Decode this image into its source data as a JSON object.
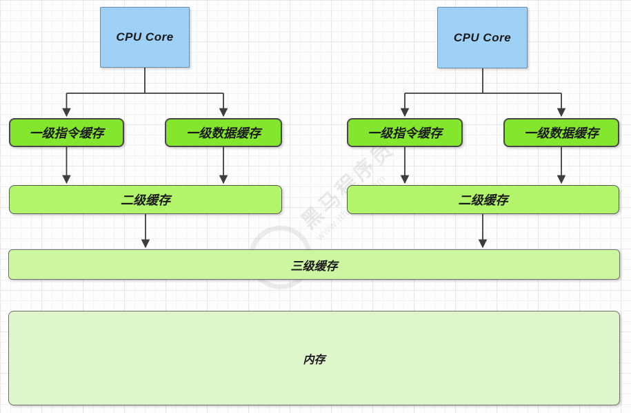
{
  "diagram": {
    "title_implied": "CPU cache hierarchy",
    "nodes": {
      "cpu1": {
        "label": "CPU Core"
      },
      "cpu2": {
        "label": "CPU Core"
      },
      "l1i1": {
        "label": "一级指令缓存"
      },
      "l1d1": {
        "label": "一级数据缓存"
      },
      "l1i2": {
        "label": "一级指令缓存"
      },
      "l1d2": {
        "label": "一级数据缓存"
      },
      "l21": {
        "label": "二级缓存"
      },
      "l22": {
        "label": "二级缓存"
      },
      "l3": {
        "label": "三级缓存"
      },
      "mem": {
        "label": "内存"
      }
    },
    "edges": [
      {
        "from": "cpu1",
        "to": "l1i1"
      },
      {
        "from": "cpu1",
        "to": "l1d1"
      },
      {
        "from": "cpu2",
        "to": "l1i2"
      },
      {
        "from": "cpu2",
        "to": "l1d2"
      },
      {
        "from": "l1i1",
        "to": "l21"
      },
      {
        "from": "l1d1",
        "to": "l21"
      },
      {
        "from": "l1i2",
        "to": "l22"
      },
      {
        "from": "l1d2",
        "to": "l22"
      },
      {
        "from": "l21",
        "to": "l3"
      },
      {
        "from": "l22",
        "to": "l3"
      }
    ]
  },
  "colors": {
    "cpu_fill": "#9fd1f7",
    "cpu_border": "#6a8cab",
    "l1_fill": "#85e72d",
    "l2_fill": "#b2f46a",
    "l3_fill": "#cdf6a2",
    "memory_fill": "#dff5cc",
    "connector": "#3d3d3d"
  },
  "watermark": {
    "line1": "黑马程序员",
    "line2": "www.itheima.com",
    "fragment": "™"
  }
}
